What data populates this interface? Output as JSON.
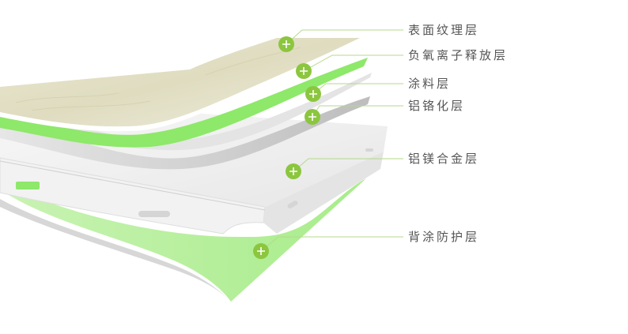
{
  "layers": [
    {
      "id": "surface-texture",
      "label": "表面纹理层"
    },
    {
      "id": "anion-release",
      "label": "负氧离子释放层"
    },
    {
      "id": "coating",
      "label": "涂料层"
    },
    {
      "id": "chrome",
      "label": "铝铬化层"
    },
    {
      "id": "alloy",
      "label": "铝镁合金层"
    },
    {
      "id": "back-coating",
      "label": "背涂防护层"
    }
  ],
  "colors": {
    "accent": "#8cc63f",
    "leader_line": "#b5d98a",
    "green_layer": "#8ee86a",
    "label_text": "#555555"
  },
  "icons": {
    "marker": "plus-circle-icon"
  }
}
